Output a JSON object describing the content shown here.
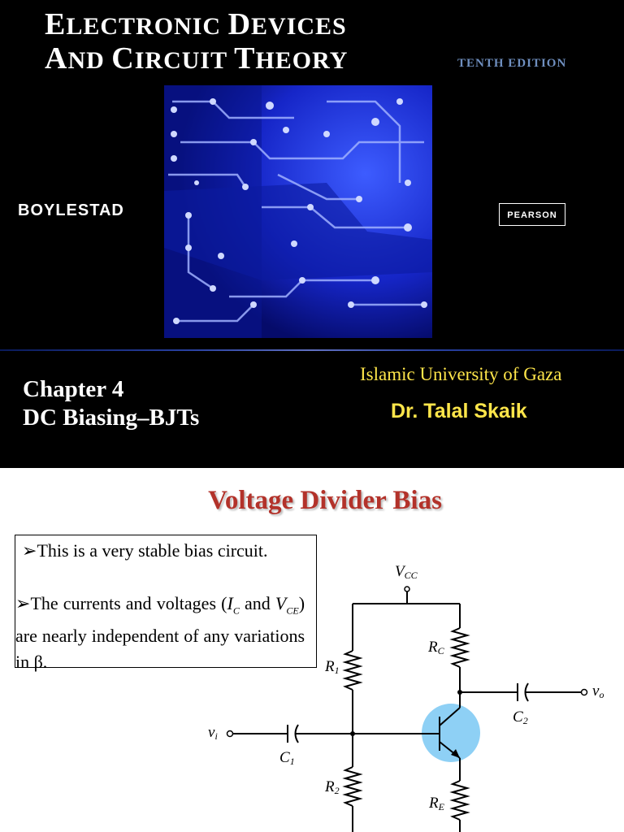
{
  "cover": {
    "title_line1": {
      "cap1": "E",
      "rest1": "LECTRONIC ",
      "cap2": "D",
      "rest2": "EVICES"
    },
    "title_line2": {
      "cap1": "A",
      "rest1": "ND ",
      "cap2": "C",
      "rest2": "IRCUIT ",
      "cap3": "T",
      "rest3": "HEORY"
    },
    "edition": "TENTH EDITION",
    "author": "BOYLESTAD",
    "publisher": "PEARSON",
    "chapter_line1": "Chapter 4",
    "chapter_line2": "DC Biasing–BJTs",
    "university": "Islamic University of Gaza",
    "lecturer": "Dr. Talal Skaik",
    "colors": {
      "background": "#000000",
      "highlight": "#ffe64a",
      "art_blue": "#1a2fd6"
    }
  },
  "slide2": {
    "title": "Voltage Divider Bias",
    "bullet_marker": "➢",
    "bullet1": "This is a very stable bias circuit.",
    "bullet2_a": "The currents and voltages (",
    "bullet2_ic": "I",
    "bullet2_ic_sub": "C",
    "bullet2_b": " and ",
    "bullet2_vce": "V",
    "bullet2_vce_sub": "CE",
    "bullet2_c": ") are nearly independent of any variations in β.",
    "colors": {
      "title": "#b3322a",
      "transistor_highlight": "#8ed0f5"
    },
    "circuit_labels": {
      "vcc": "V",
      "vcc_sub": "CC",
      "rc": "R",
      "rc_sub": "C",
      "r1": "R",
      "r1_sub": "1",
      "r2": "R",
      "r2_sub": "2",
      "re": "R",
      "re_sub": "E",
      "c1": "C",
      "c1_sub": "1",
      "c2": "C",
      "c2_sub": "2",
      "vi": "v",
      "vi_sub": "i",
      "vo": "v",
      "vo_sub": "o"
    }
  }
}
